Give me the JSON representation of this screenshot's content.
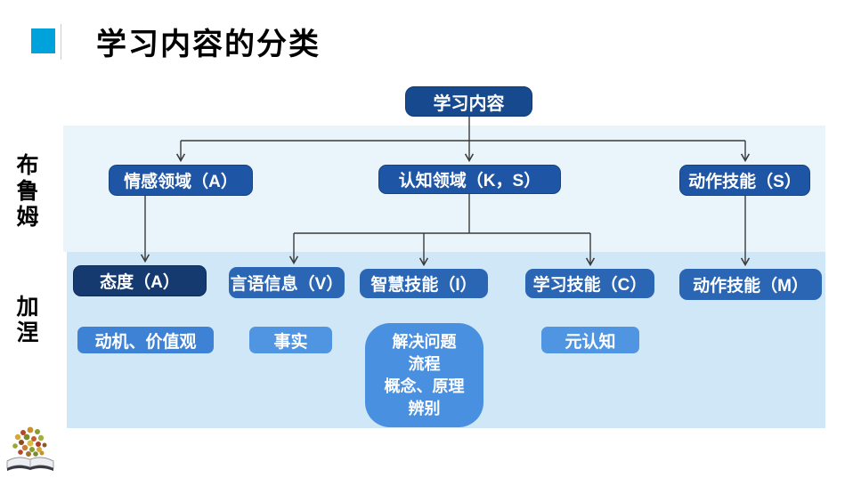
{
  "slide": {
    "title": "学习内容的分类"
  },
  "colors": {
    "accent_square": "#00a2dc",
    "band_top": "#eaf4fb",
    "band_bottom": "#cfe7f7",
    "box_root": "#17498e",
    "box_level2": "#1f55a5",
    "box_attitude_dark": "#143a70",
    "box_level3": "#2a66b4",
    "box_level4": "#4a90e0",
    "connector": "#3a3a3a"
  },
  "icons": {
    "title_bullet": "cyan-square",
    "logo": "open-book-with-flower-ball"
  },
  "side_labels": {
    "bloom": "布鲁姆",
    "gagne": "加涅"
  },
  "tree": {
    "root": "学习内容",
    "affective": "情感领域（A）",
    "cognitive": "认知领域（K，S）",
    "motor_s": "动作技能（S）",
    "attitude": "态度（A）",
    "verbal_info": "言语信息（V）",
    "intellectual": "智慧技能（I）",
    "learning_skill": "学习技能（C）",
    "motor_m": "动作技能（M）",
    "motivation_values": "动机、价值观",
    "fact": "事实",
    "metacognition": "元认知",
    "intellectual_sub": [
      "解决问题",
      "流程",
      "概念、原理",
      "辨别"
    ]
  }
}
